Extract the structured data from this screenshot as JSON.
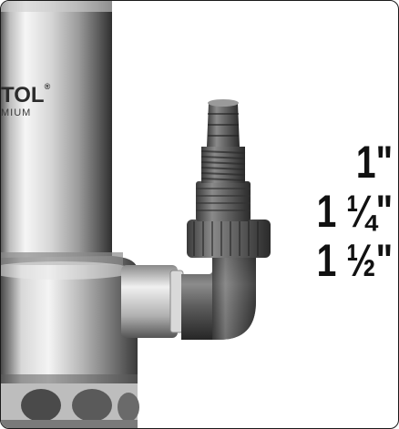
{
  "brand": {
    "logo_text": "TOL",
    "registered_mark": "®",
    "subtext": "MIUM"
  },
  "connector_sizes": [
    "1\"",
    "1 ¼\"",
    "1 ½\""
  ],
  "colors": {
    "steel_light": "#f2f2f2",
    "steel_dark": "#6d6d6d",
    "plastic_gray": "#5a5a5a",
    "plastic_dark": "#2e2e2e",
    "text": "#111111"
  }
}
